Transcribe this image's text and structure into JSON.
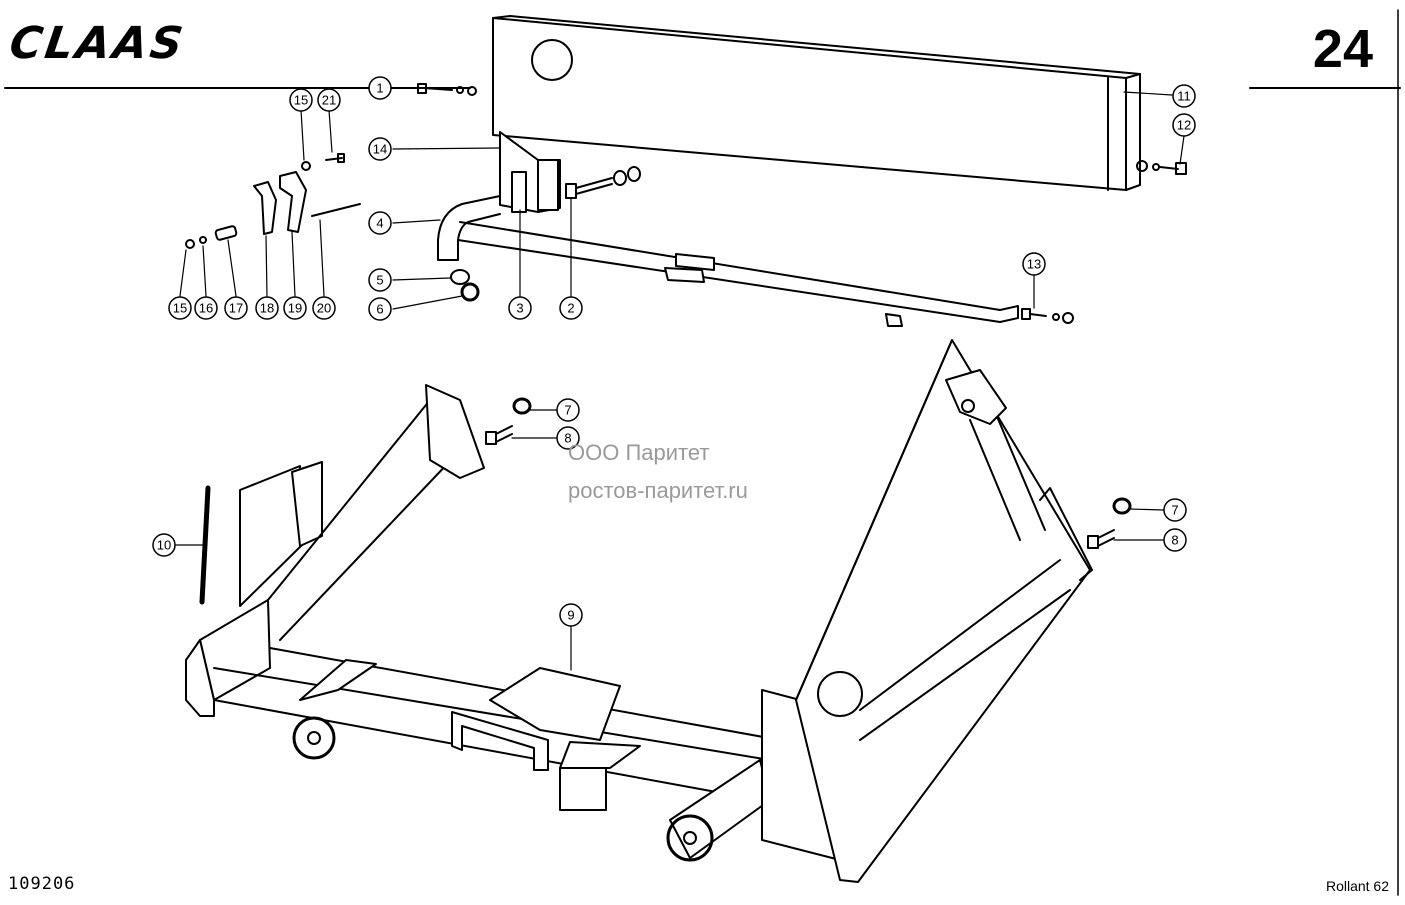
{
  "header": {
    "brand": "CLAAS",
    "page_number": "24"
  },
  "watermark": {
    "line1": "ООО Паритет",
    "line2": "ростов-паритет.ru"
  },
  "footer": {
    "document_number": "109206",
    "model": "Rollant 62"
  },
  "callouts": [
    "1",
    "2",
    "3",
    "4",
    "5",
    "6",
    "7",
    "8",
    "9",
    "10",
    "11",
    "12",
    "13",
    "14",
    "15",
    "16",
    "17",
    "18",
    "19",
    "20",
    "21",
    "15",
    "7",
    "8"
  ]
}
